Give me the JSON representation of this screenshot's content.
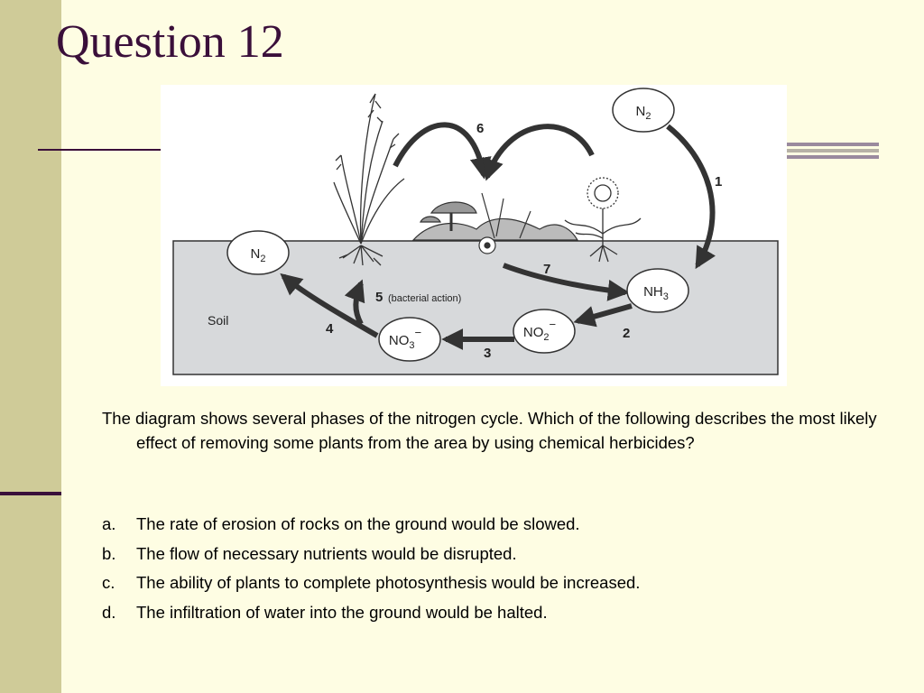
{
  "slide": {
    "title": "Question 12",
    "question": "The diagram shows several phases of the nitrogen cycle. Which of the following describes the most likely effect of removing some plants from the area by using chemical herbicides?",
    "options": [
      {
        "letter": "a.",
        "text": "The rate of erosion of rocks on the ground would be slowed."
      },
      {
        "letter": "b.",
        "text": "The flow of necessary nutrients would be disrupted."
      },
      {
        "letter": "c.",
        "text": "The ability of plants to complete photosynthesis would be increased."
      },
      {
        "letter": "d.",
        "text": "The infiltration of water into the ground would be halted."
      }
    ]
  },
  "diagram": {
    "soil_label": "Soil",
    "nodes": {
      "n2_air": {
        "base": "N",
        "sub": "2",
        "sup": ""
      },
      "n2_soil": {
        "base": "N",
        "sub": "2",
        "sup": ""
      },
      "nh3": {
        "base": "NH",
        "sub": "3",
        "sup": ""
      },
      "no2": {
        "base": "NO",
        "sub": "2",
        "sup": "−"
      },
      "no3": {
        "base": "NO",
        "sub": "3",
        "sup": "−"
      }
    },
    "steps": {
      "s1": "1",
      "s2": "2",
      "s3": "3",
      "s4": "4",
      "s5": "5",
      "s5_note": "(bacterial action)",
      "s6": "6",
      "s7": "7"
    },
    "colors": {
      "background": "#fefde3",
      "side_band": "#cfcb98",
      "title": "#3a0f3a",
      "soil": "#d7d9db"
    }
  }
}
